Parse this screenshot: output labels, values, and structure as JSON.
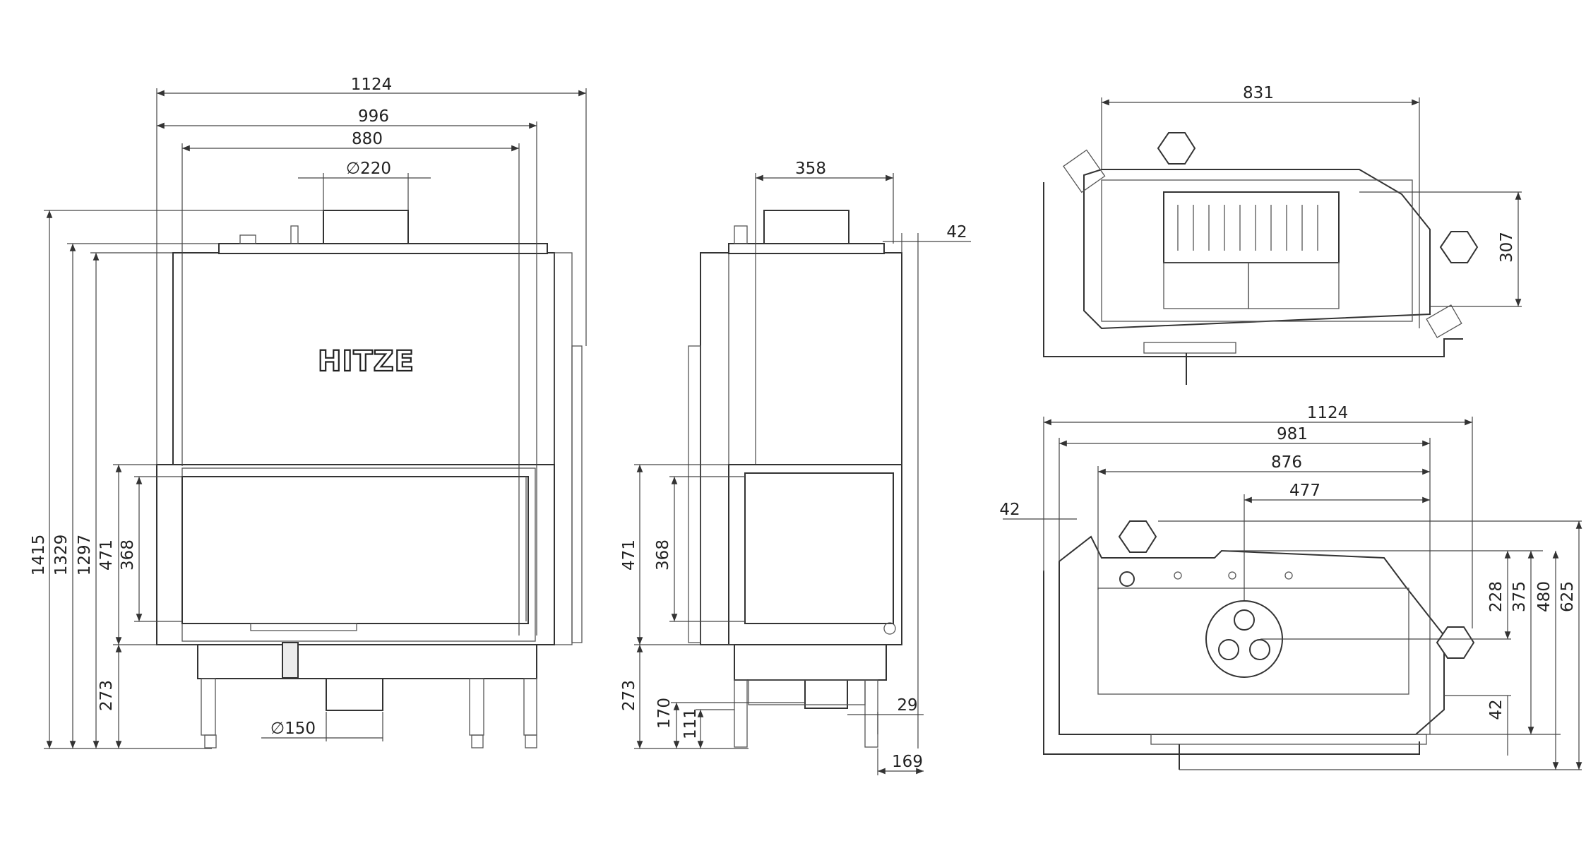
{
  "brand": {
    "logo_text": "HITZE"
  },
  "front_view": {
    "width_overall": "1124",
    "width_body": "996",
    "width_inner": "880",
    "flue_diameter": "∅220",
    "air_inlet_diameter": "∅150",
    "height_total": "1415",
    "height_body": "1329",
    "height_frame": "1297",
    "door_height": "471",
    "glass_height": "368",
    "base_height": "273"
  },
  "side_view": {
    "depth": "358",
    "rear_offset": "42",
    "door_height": "471",
    "glass_height": "368",
    "base_height": "273",
    "leg_height": "170",
    "foot_height": "111",
    "leg_offset": "29",
    "foot_depth": "169"
  },
  "top_view": {
    "width": "831",
    "depth": "307"
  },
  "plan_view": {
    "width_overall": "1124",
    "width_body": "981",
    "width_inner": "876",
    "outlet_offset": "477",
    "wall_offset": "42",
    "depth_228": "228",
    "depth_375": "375",
    "depth_480": "480",
    "depth_625": "625",
    "offset_42": "42"
  }
}
